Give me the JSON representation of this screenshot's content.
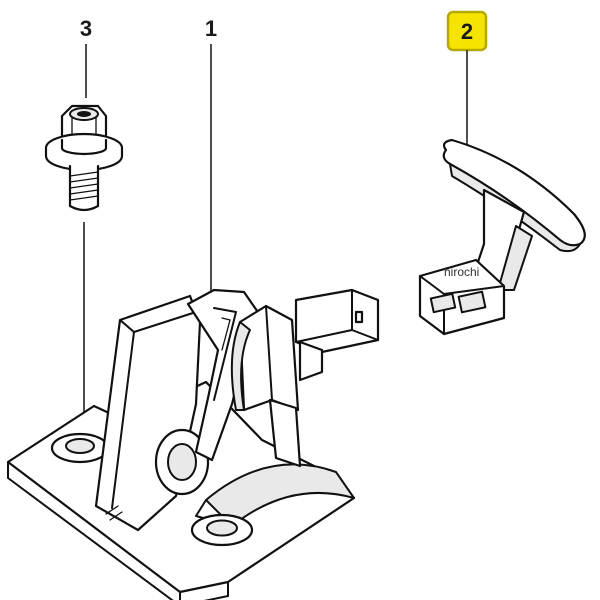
{
  "callouts": [
    {
      "id": "3",
      "label": "3",
      "highlighted": false
    },
    {
      "id": "1",
      "label": "1",
      "highlighted": false
    },
    {
      "id": "2",
      "label": "2",
      "highlighted": true
    }
  ],
  "watermark": "hirochi",
  "colors": {
    "highlight_fill": "#f5e400",
    "highlight_border": "#b5a800",
    "ink": "#111111"
  }
}
